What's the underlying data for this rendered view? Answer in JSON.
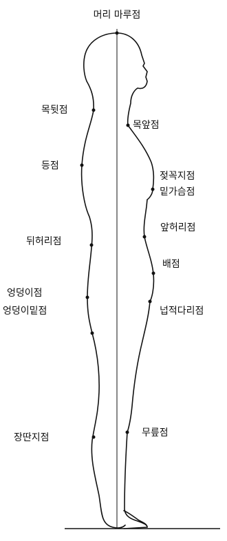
{
  "landmarks": {
    "vertex": "머리 마루점",
    "back_neck": "목뒷점",
    "front_neck": "목앞점",
    "back": "등점",
    "nipple": "젖꼭지점",
    "under_chest": "밑가슴점",
    "back_waist": "뒤허리점",
    "front_waist": "앞허리점",
    "navel": "배점",
    "hip": "엉덩이점",
    "under_hip": "엉덩이밑점",
    "thigh": "넙적다리점",
    "calf": "장딴지점",
    "knee": "무릎점"
  }
}
